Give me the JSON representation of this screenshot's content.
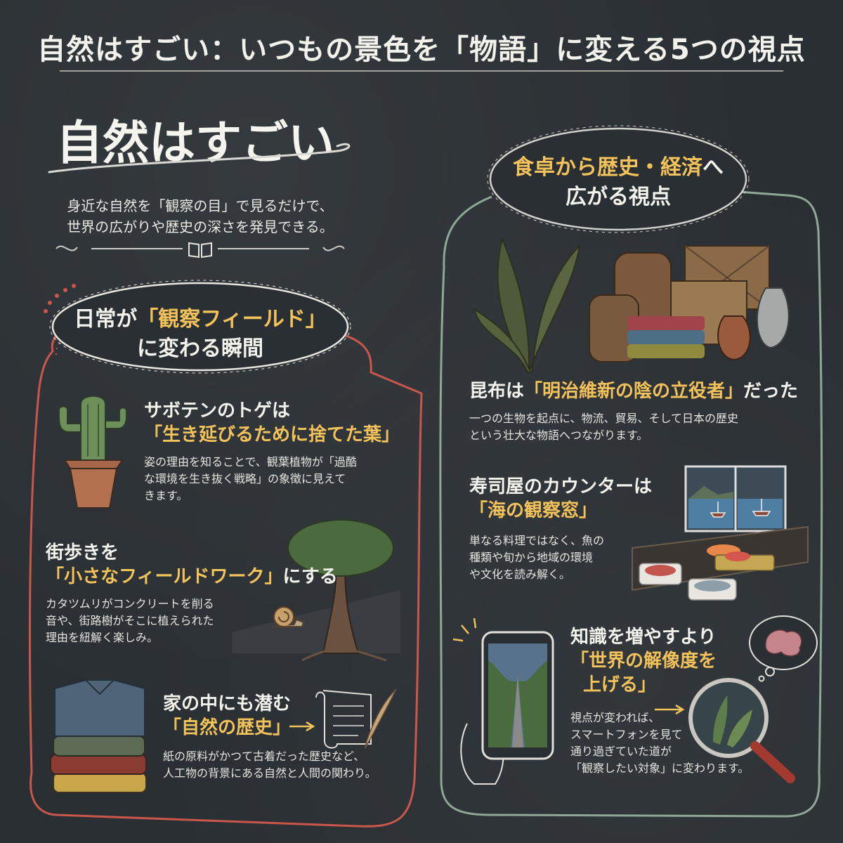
{
  "header": {
    "title": "自然はすごい：いつもの景色を「物語」に変える5つの視点"
  },
  "intro": {
    "title": "自然はすごい",
    "line1": "身近な自然を「観察の目」で見るだけで、",
    "line2": "世界の広がりや歴史の深さを発見できる。"
  },
  "left_card": {
    "title_1a": "日常が",
    "title_1b": "「観察フィールド」",
    "title_2": "に変わる瞬間",
    "items": [
      {
        "heading_1": "サボテンのトゲは",
        "heading_2": "「生き延びるために捨てた葉」",
        "body_1": "姿の理由を知ることで、観葉植物が「過酷",
        "body_2": "な環境を生き抜く戦略」の象徴に見えて",
        "body_3": "きます。"
      },
      {
        "heading_1": "街歩きを",
        "heading_2a": "「小さなフィールドワーク」",
        "heading_2b": "にする",
        "body_1": "カタツムリがコンクリートを削る",
        "body_2": "音や、街路樹がそこに植えられた",
        "body_3": "理由を紐解く楽しみ。"
      },
      {
        "heading_1": "家の中にも潜む",
        "heading_2": "「自然の歴史」",
        "body_1": "紙の原料がかつて古着だった歴史など、",
        "body_2": "人工物の背景にある自然と人間の関わり。"
      }
    ]
  },
  "right_card": {
    "title_1a": "食卓から",
    "title_1b": "歴史・経済",
    "title_1c": "へ",
    "title_2": "広がる視点",
    "items": [
      {
        "heading_a": "昆布は",
        "heading_b": "「明治維新の陰の立役者」",
        "heading_c": "だった",
        "body_1": "一つの生物を起点に、物流、貿易、そして日本の歴史",
        "body_2": "という壮大な物語へつながります。"
      },
      {
        "heading_1": "寿司屋のカウンターは",
        "heading_2": "「海の観察窓」",
        "body_1": "単なる料理ではなく、魚の",
        "body_2": "種類や旬から地域の環境",
        "body_3": "や文化を読み解く。"
      },
      {
        "heading_1": "知識を増やすより",
        "heading_2": "「世界の解像度を",
        "heading_3": "上げる」",
        "body_1": "視点が変われば、",
        "body_2": "スマートフォンを見て",
        "body_3": "通り過ぎていた道が",
        "body_4": "「観察したい対象」に変わります。"
      }
    ]
  },
  "colors": {
    "background": "#2a2f33",
    "accent_yellow": "#f3c25a",
    "left_frame_red": "#c9574a",
    "right_frame_green": "#8fa896"
  },
  "icons": [
    "book-icon",
    "cactus-icon",
    "tree-icon",
    "snail-icon",
    "clothes-stack-icon",
    "scroll-quill-icon",
    "kelp-icon",
    "barrels-crates-icon",
    "window-boats-icon",
    "sushi-icon",
    "smartphone-icon",
    "brain-icon",
    "magnifier-icon"
  ]
}
